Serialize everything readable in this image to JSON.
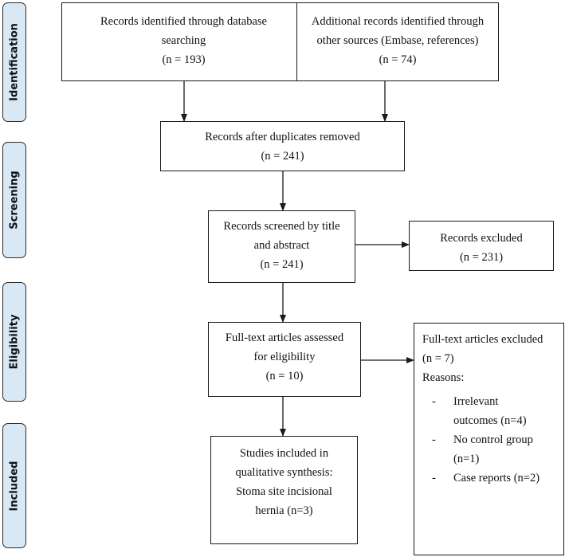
{
  "stages": {
    "identification": "Identification",
    "screening": "Screening",
    "eligibility": "Eligibility",
    "included": "Included"
  },
  "boxes": {
    "database": {
      "lines": [
        "Records identified through database",
        "searching",
        "(n = 193)"
      ]
    },
    "additional": {
      "lines": [
        "Additional records identified through",
        "other sources (Embase, references)",
        "(n = 74)"
      ]
    },
    "duplicates": {
      "lines": [
        "Records after duplicates removed",
        "(n = 241)"
      ]
    },
    "screened": {
      "lines": [
        "Records screened by title",
        "and abstract",
        "(n = 241)"
      ]
    },
    "excluded": {
      "lines": [
        "Records excluded",
        "(n = 231)"
      ]
    },
    "fulltext": {
      "lines": [
        "Full-text articles assessed",
        "for eligibility",
        "(n = 10)"
      ]
    },
    "fulltext_excluded": {
      "title": "Full-text articles excluded",
      "count": "(n = 7)",
      "reasons_label": "Reasons:",
      "dash": "-",
      "reasons": [
        [
          "Irrelevant",
          "outcomes (n=4)"
        ],
        [
          "No control group",
          "(n=1)"
        ],
        [
          "Case reports (n=2)"
        ]
      ]
    },
    "included": {
      "lines": [
        "Studies included in",
        "qualitative synthesis:",
        "Stoma site incisional",
        "hernia (n=3)"
      ]
    }
  },
  "colors": {
    "stage_fill": "#d9e8f5",
    "stroke": "#1a1a1a"
  }
}
